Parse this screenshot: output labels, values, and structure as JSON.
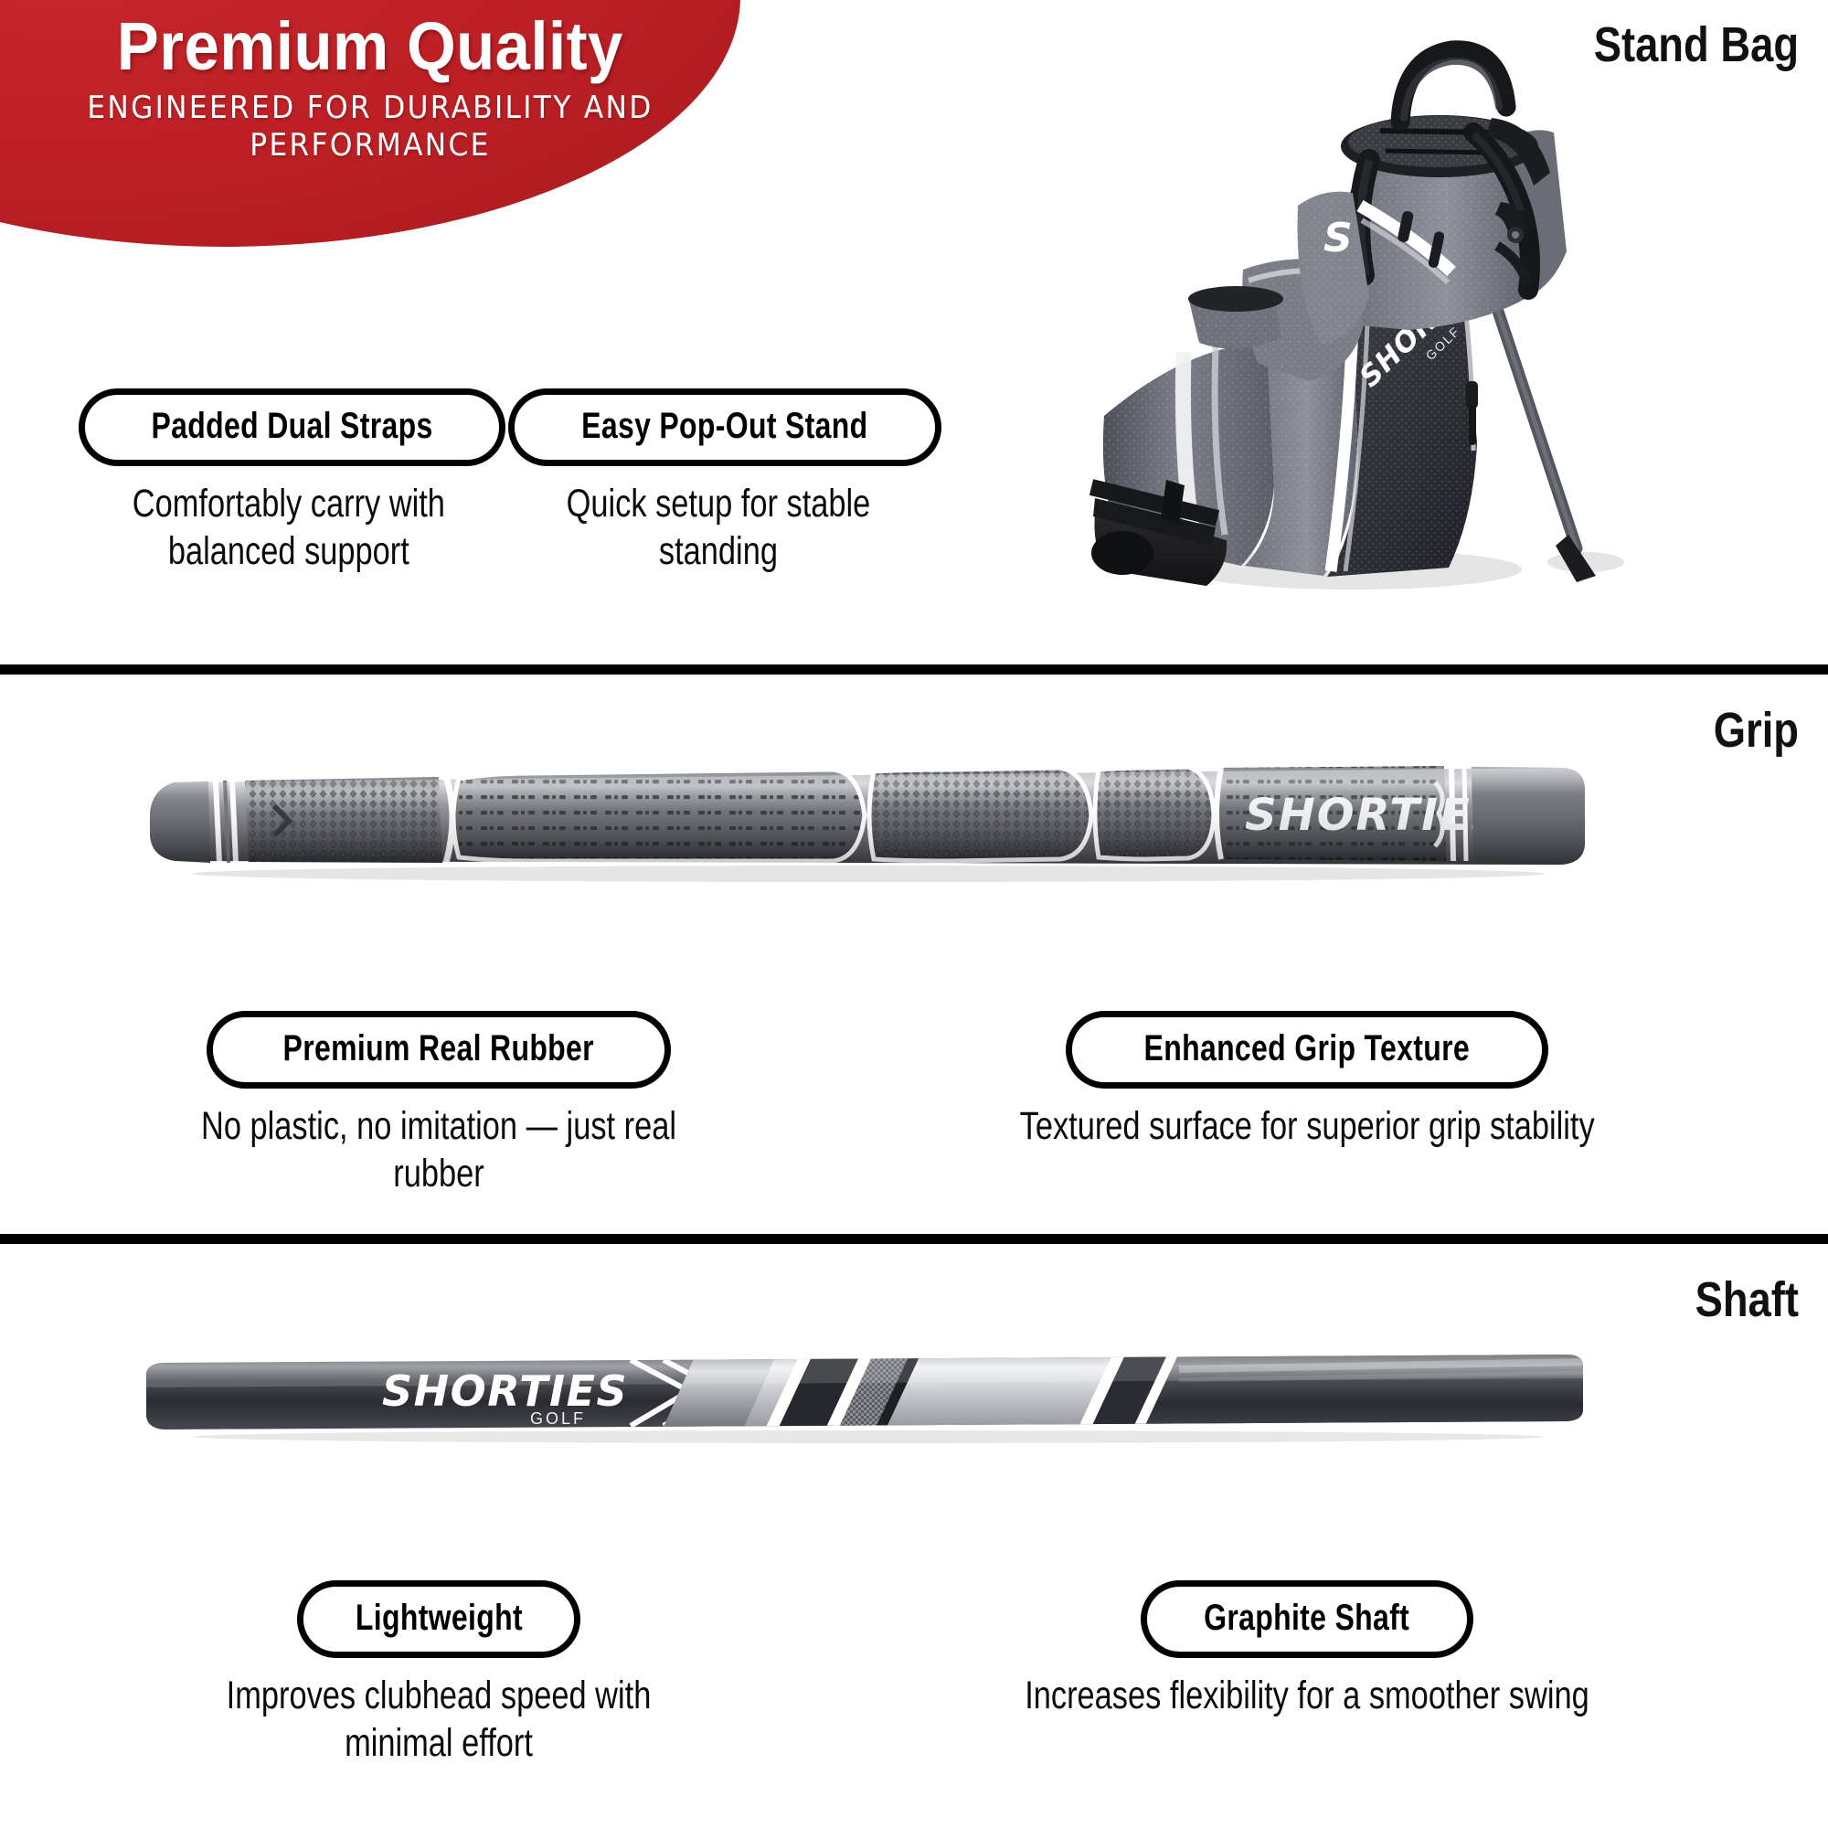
{
  "banner": {
    "title": "Premium Quality",
    "subtitle": "ENGINEERED FOR DURABILITY\nAND PERFORMANCE",
    "color": "#bc2025"
  },
  "brand": {
    "name": "SHORTIES",
    "sub": "GOLF"
  },
  "sections": [
    {
      "id": "stand-bag",
      "heading": "Stand Bag",
      "features": [
        {
          "label": "Padded Dual Straps",
          "desc": "Comfortably carry with\nbalanced support"
        },
        {
          "label": "Easy Pop-Out Stand",
          "desc": "Quick setup for stable\nstanding"
        }
      ]
    },
    {
      "id": "grip",
      "heading": "Grip",
      "features": [
        {
          "label": "Premium Real Rubber",
          "desc": "No plastic, no imitation — just real rubber"
        },
        {
          "label": "Enhanced Grip Texture",
          "desc": "Textured surface for superior grip stability"
        }
      ]
    },
    {
      "id": "shaft",
      "heading": "Shaft",
      "features": [
        {
          "label": "Lightweight",
          "desc": "Improves clubhead speed with minimal effort"
        },
        {
          "label": "Graphite Shaft",
          "desc": "Increases flexibility for a smoother swing"
        }
      ]
    }
  ]
}
